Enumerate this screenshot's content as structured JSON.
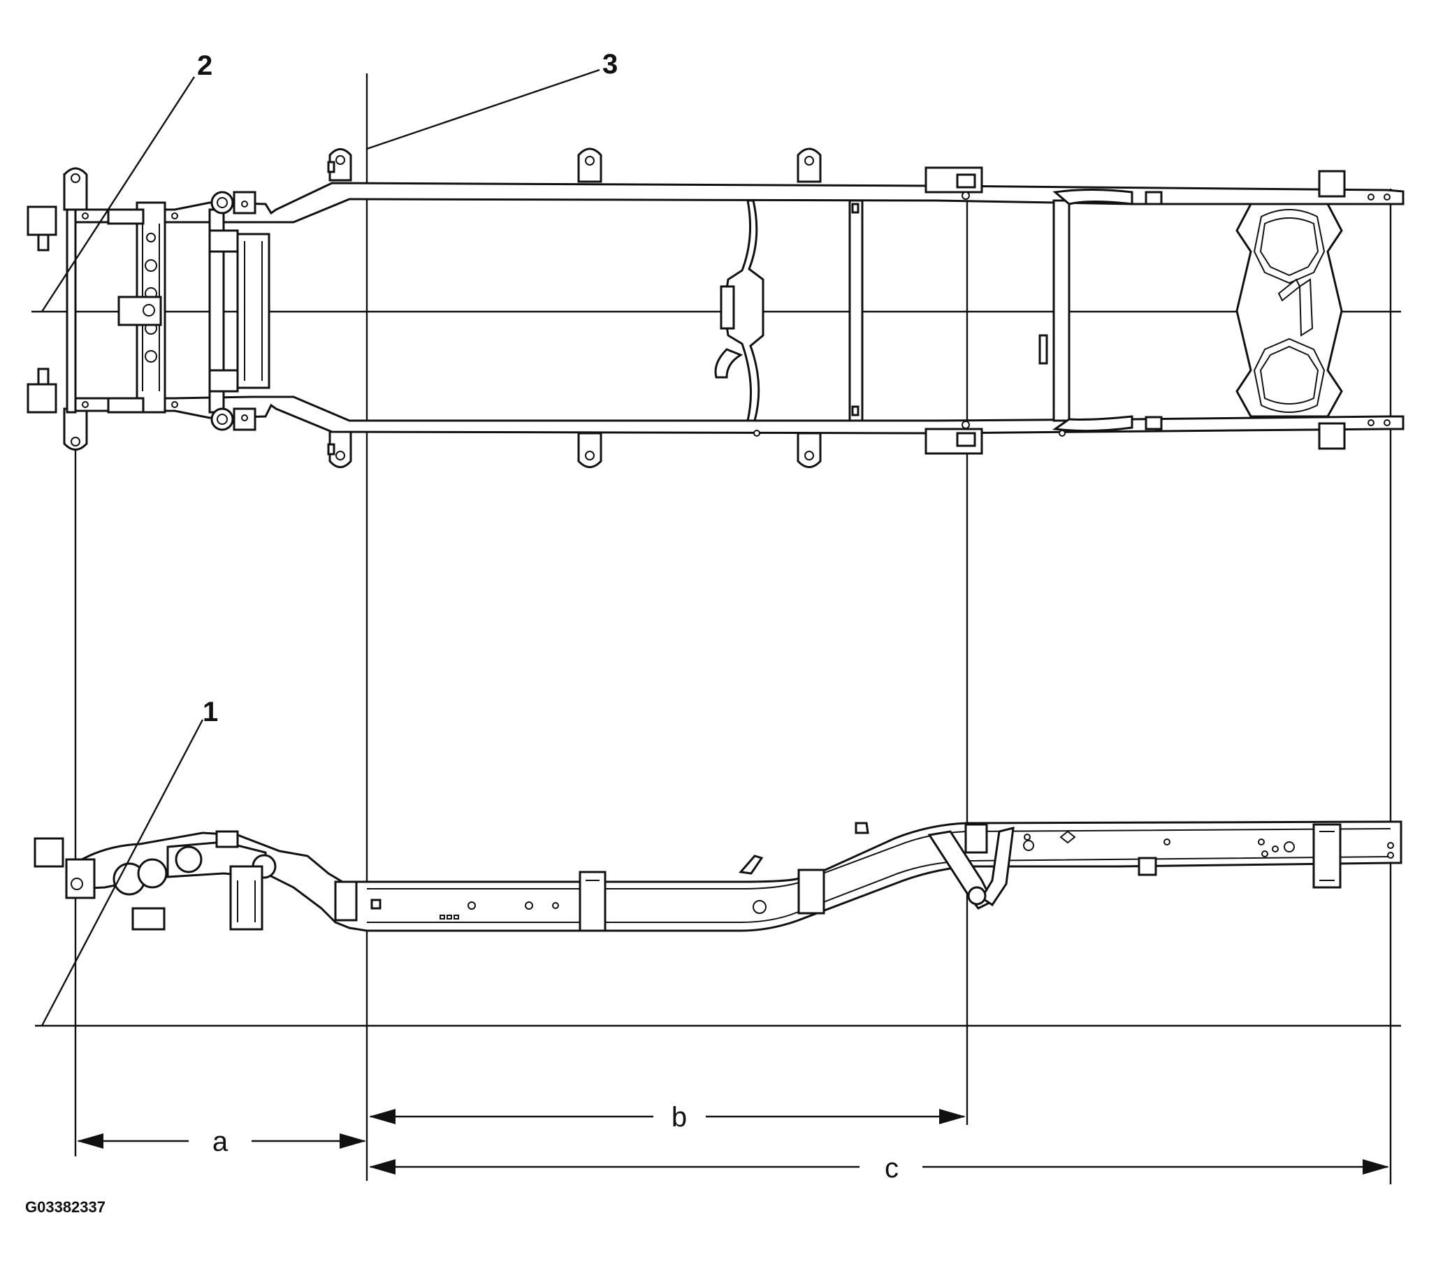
{
  "callouts": {
    "one": "1",
    "two": "2",
    "three": "3"
  },
  "dimensions": {
    "a": "a",
    "b": "b",
    "c": "c"
  },
  "figure_id": "G03382337"
}
